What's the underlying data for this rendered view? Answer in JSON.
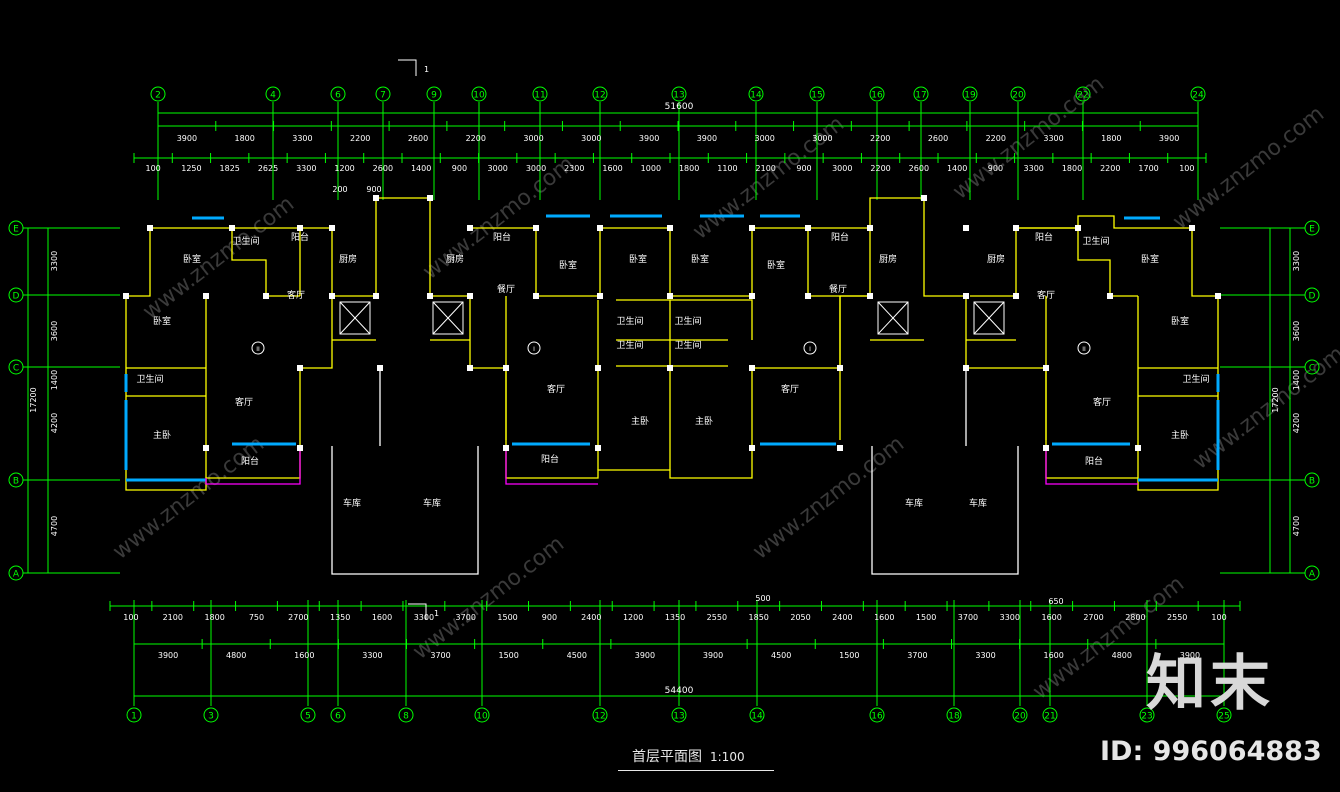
{
  "plan_title": "首层平面图",
  "plan_scale": "1:100",
  "brand_text": "知末",
  "id_text": "ID: 996064883",
  "watermark_text": "www.znzmo.com",
  "section_marker": "1",
  "colors": {
    "axis": "#00ff00",
    "wall": "#ffff00",
    "window": "#00aaff",
    "balcony": "#ff00ff",
    "text": "#ffffff",
    "tag": "#ff44ff",
    "background": "#000000"
  },
  "top_axes": [
    "2",
    "4",
    "6",
    "7",
    "9",
    "10",
    "11",
    "12",
    "13",
    "14",
    "15",
    "16",
    "17",
    "19",
    "20",
    "22",
    "24"
  ],
  "bottom_axes": [
    "1",
    "3",
    "5",
    "6",
    "8",
    "10",
    "12",
    "13",
    "14",
    "16",
    "18",
    "20",
    "21",
    "23",
    "25"
  ],
  "side_axes": [
    "E",
    "D",
    "C",
    "B",
    "A"
  ],
  "top_total": "51600",
  "bottom_total": "54400",
  "top_row1": [
    "3900",
    "1800",
    "3300",
    "2200",
    "2600",
    "2200",
    "3000",
    "3000",
    "3900",
    "3900",
    "3000",
    "3000",
    "2200",
    "2600",
    "2200",
    "3300",
    "1800",
    "3900"
  ],
  "top_row2": [
    "100",
    "1250",
    "1825",
    "2625",
    "3300",
    "1200",
    "2600",
    "1400",
    "900",
    "3000",
    "3000",
    "2300",
    "1600",
    "1000",
    "1800",
    "1100",
    "2100",
    "900",
    "3000",
    "2200",
    "2600",
    "1400",
    "900",
    "3300",
    "1800",
    "2200",
    "1700",
    "100"
  ],
  "top_extra": [
    "200",
    "900"
  ],
  "bottom_row1": [
    "100",
    "2100",
    "1800",
    "750",
    "2700",
    "1350",
    "1600",
    "3300",
    "3700",
    "1500",
    "900",
    "2400",
    "1200",
    "1350",
    "2550",
    "1850",
    "2050",
    "2400",
    "1600",
    "1500",
    "3700",
    "3300",
    "1600",
    "2700",
    "2800",
    "2550",
    "100"
  ],
  "bottom_row2": [
    "3900",
    "4800",
    "1600",
    "3300",
    "3700",
    "1500",
    "4500",
    "3900",
    "3900",
    "4500",
    "1500",
    "3700",
    "3300",
    "1600",
    "4800",
    "3900"
  ],
  "bottom_extra": [
    "500",
    "650"
  ],
  "side_dims": [
    "3300",
    "3600",
    "1400",
    "4200",
    "4700"
  ],
  "side_total": "17200",
  "rooms": [
    "卧室",
    "卫生间",
    "阳台",
    "厨房",
    "客厅",
    "餐厅",
    "主卧",
    "车库"
  ],
  "units": [
    "II",
    "I"
  ]
}
